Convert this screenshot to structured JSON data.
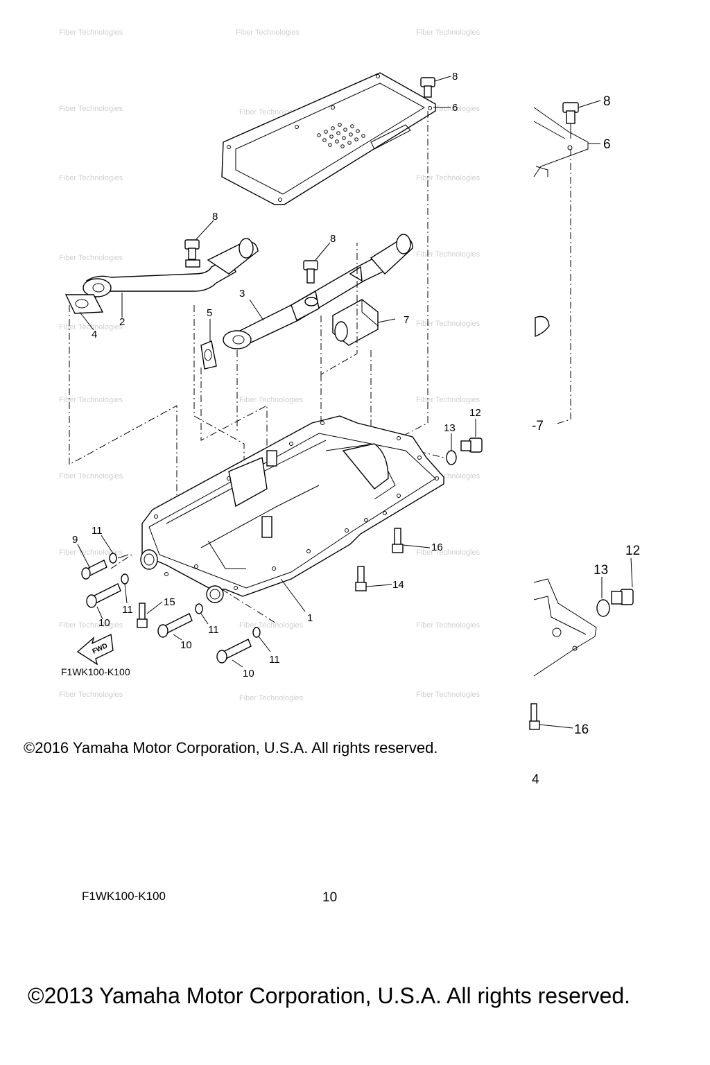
{
  "watermark_text": "Fiber Technologies",
  "callouts_main": {
    "c8a": "8",
    "c6a": "6",
    "c8b": "8",
    "c8c": "8",
    "c3": "3",
    "c2": "2",
    "c4": "4",
    "c5": "5",
    "c7": "7",
    "c13": "13",
    "c12": "12",
    "c9": "9",
    "c11a": "11",
    "c11b": "11",
    "c11c": "11",
    "c11d": "11",
    "c10a": "10",
    "c10b": "10",
    "c10c": "10",
    "c15": "15",
    "c14": "14",
    "c16": "16",
    "c1": "1"
  },
  "callouts_back": {
    "b8": "8",
    "b6": "6",
    "b7": "-7",
    "b12": "12",
    "b13": "13",
    "b16": "16",
    "b4": "4",
    "b10": "10"
  },
  "fwd_label": "FWD",
  "part_code_main": "F1WK100-K100",
  "part_code_back": "F1WK100-K100",
  "copyright_front": "©2016 Yamaha Motor Corporation, U.S.A. All rights reserved.",
  "copyright_back": "©2013 Yamaha Motor Corporation, U.S.A. All rights reserved."
}
